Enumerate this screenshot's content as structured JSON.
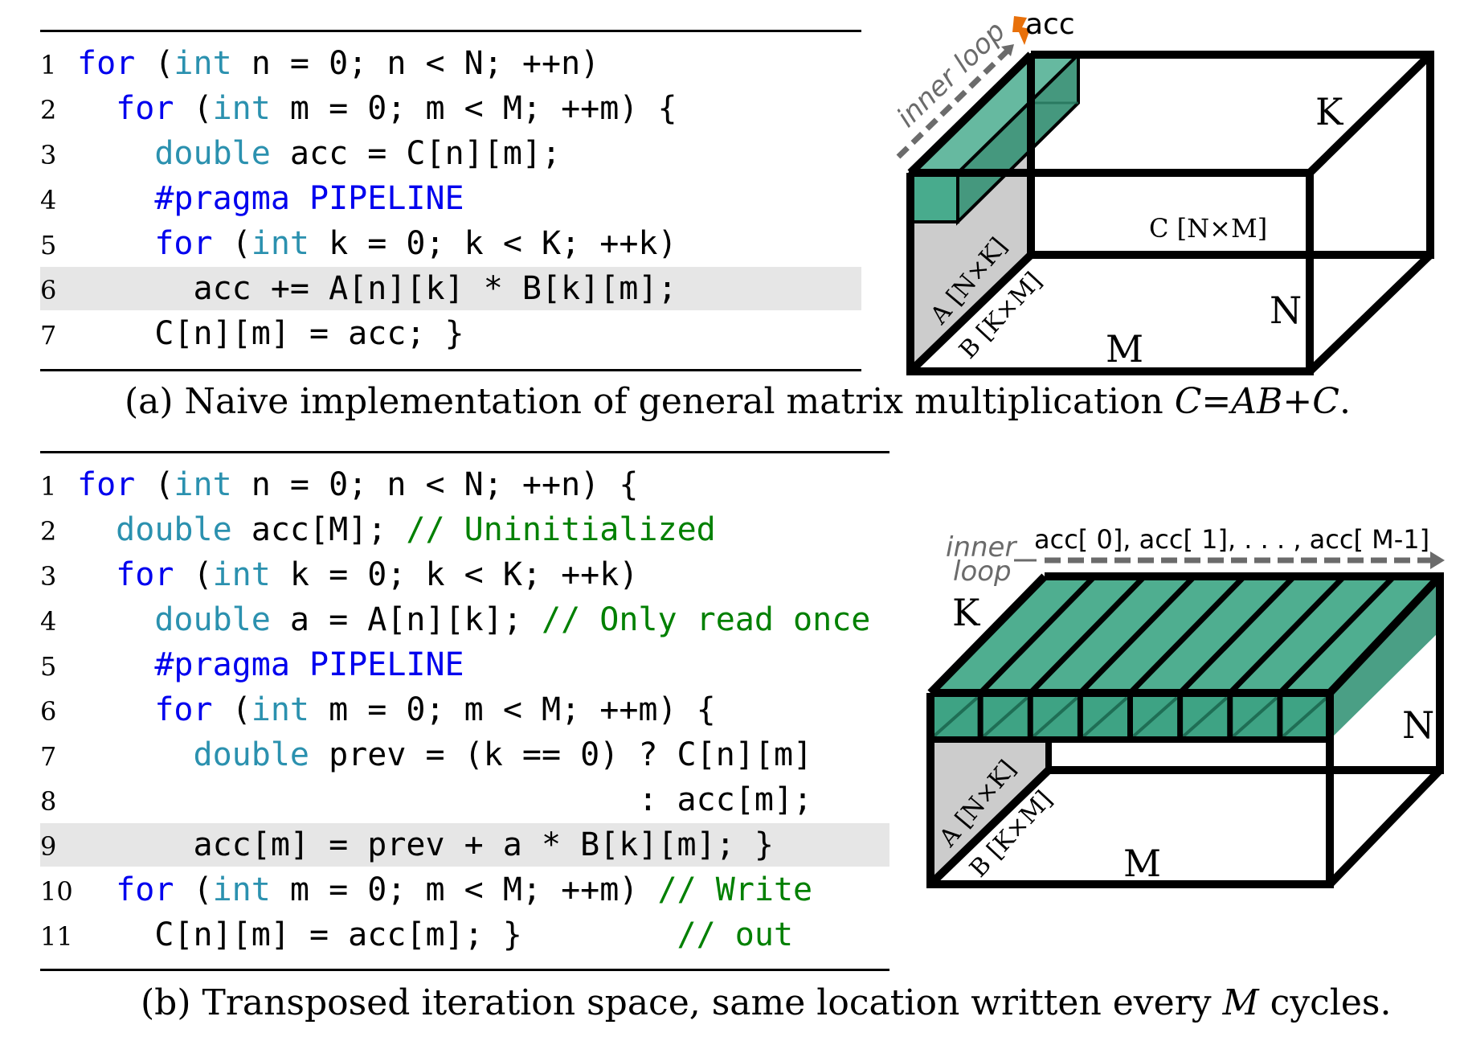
{
  "figure_a": {
    "code_lines": [
      {
        "num": "1",
        "tokens": [
          {
            "t": "for",
            "c": "kw"
          },
          {
            "t": " ("
          },
          {
            "t": "int",
            "c": "ty"
          },
          {
            "t": " n = 0; n < N; ++n)"
          }
        ]
      },
      {
        "num": "2",
        "tokens": [
          {
            "t": "  "
          },
          {
            "t": "for",
            "c": "kw"
          },
          {
            "t": " ("
          },
          {
            "t": "int",
            "c": "ty"
          },
          {
            "t": " m = 0; m < M; ++m) {"
          }
        ]
      },
      {
        "num": "3",
        "tokens": [
          {
            "t": "    "
          },
          {
            "t": "double",
            "c": "ty"
          },
          {
            "t": " acc = C[n][m];"
          }
        ]
      },
      {
        "num": "4",
        "tokens": [
          {
            "t": "    "
          },
          {
            "t": "#pragma PIPELINE",
            "c": "kw"
          }
        ]
      },
      {
        "num": "5",
        "tokens": [
          {
            "t": "    "
          },
          {
            "t": "for",
            "c": "kw"
          },
          {
            "t": " ("
          },
          {
            "t": "int",
            "c": "ty"
          },
          {
            "t": " k = 0; k < K; ++k)"
          }
        ]
      },
      {
        "num": "6",
        "highlight": true,
        "tokens": [
          {
            "t": "      acc += A[n][k] * B[k][m];"
          }
        ]
      },
      {
        "num": "7",
        "tokens": [
          {
            "t": "    C[n][m] = acc; }"
          }
        ]
      }
    ],
    "caption_prefix": "(a) Naive implementation of general matrix multiplication ",
    "caption_math": "C=AB+C",
    "caption_suffix": ".",
    "diagram": {
      "acc_label": "acc",
      "inner_loop_label": "inner loop",
      "K_label": "K",
      "N_label": "N",
      "M_label": "M",
      "C_label": "C [N×M]",
      "A_label": "A [N×K]",
      "B_label": "B [K×M]"
    }
  },
  "figure_b": {
    "code_lines": [
      {
        "num": "1",
        "tokens": [
          {
            "t": "for",
            "c": "kw"
          },
          {
            "t": " ("
          },
          {
            "t": "int",
            "c": "ty"
          },
          {
            "t": " n = 0; n < N; ++n) {"
          }
        ]
      },
      {
        "num": "2",
        "tokens": [
          {
            "t": "  "
          },
          {
            "t": "double",
            "c": "ty"
          },
          {
            "t": " acc[M]; "
          },
          {
            "t": "// Uninitialized",
            "c": "cm"
          }
        ]
      },
      {
        "num": "3",
        "tokens": [
          {
            "t": "  "
          },
          {
            "t": "for",
            "c": "kw"
          },
          {
            "t": " ("
          },
          {
            "t": "int",
            "c": "ty"
          },
          {
            "t": " k = 0; k < K; ++k)"
          }
        ]
      },
      {
        "num": "4",
        "tokens": [
          {
            "t": "    "
          },
          {
            "t": "double",
            "c": "ty"
          },
          {
            "t": " a = A[n][k]; "
          },
          {
            "t": "// Only read once",
            "c": "cm"
          }
        ]
      },
      {
        "num": "5",
        "tokens": [
          {
            "t": "    "
          },
          {
            "t": "#pragma PIPELINE",
            "c": "kw"
          }
        ]
      },
      {
        "num": "6",
        "tokens": [
          {
            "t": "    "
          },
          {
            "t": "for",
            "c": "kw"
          },
          {
            "t": " ("
          },
          {
            "t": "int",
            "c": "ty"
          },
          {
            "t": " m = 0; m < M; ++m) {"
          }
        ]
      },
      {
        "num": "7",
        "tokens": [
          {
            "t": "      "
          },
          {
            "t": "double",
            "c": "ty"
          },
          {
            "t": " prev = (k == 0) ? C[n][m]"
          }
        ]
      },
      {
        "num": "8",
        "tokens": [
          {
            "t": "                             : acc[m];"
          }
        ]
      },
      {
        "num": "9",
        "highlight": true,
        "tokens": [
          {
            "t": "      acc[m] = prev + a * B[k][m]; }"
          }
        ]
      },
      {
        "num": "10",
        "tokens": [
          {
            "t": "  "
          },
          {
            "t": "for",
            "c": "kw"
          },
          {
            "t": " ("
          },
          {
            "t": "int",
            "c": "ty"
          },
          {
            "t": " m = 0; m < M; ++m) "
          },
          {
            "t": "// Write",
            "c": "cm"
          }
        ]
      },
      {
        "num": "11",
        "tokens": [
          {
            "t": "    C[n][m] = acc[m]; }        "
          },
          {
            "t": "// out",
            "c": "cm"
          }
        ]
      }
    ],
    "caption_prefix": "(b) Transposed iteration space, same location written every ",
    "caption_math": "M",
    "caption_suffix": " cycles.",
    "diagram": {
      "acc_sequence_label": "acc[ 0], acc[ 1], . . . , acc[ M-1]",
      "inner_label": "inner",
      "loop_label": "loop",
      "K_label": "K",
      "N_label": "N",
      "M_label": "M",
      "A_label": "A [N×K]",
      "B_label": "B [K×M]",
      "slice_count": 8
    }
  },
  "colors": {
    "keyword": "#0000ee",
    "type": "#2b91af",
    "comment": "#008000",
    "highlight_bg": "#e6e6e6",
    "teal_fill": "#3ea384",
    "gray_face": "#cccccc",
    "arrow_gray": "#6b6b6b",
    "lightning": "#e8700a"
  }
}
